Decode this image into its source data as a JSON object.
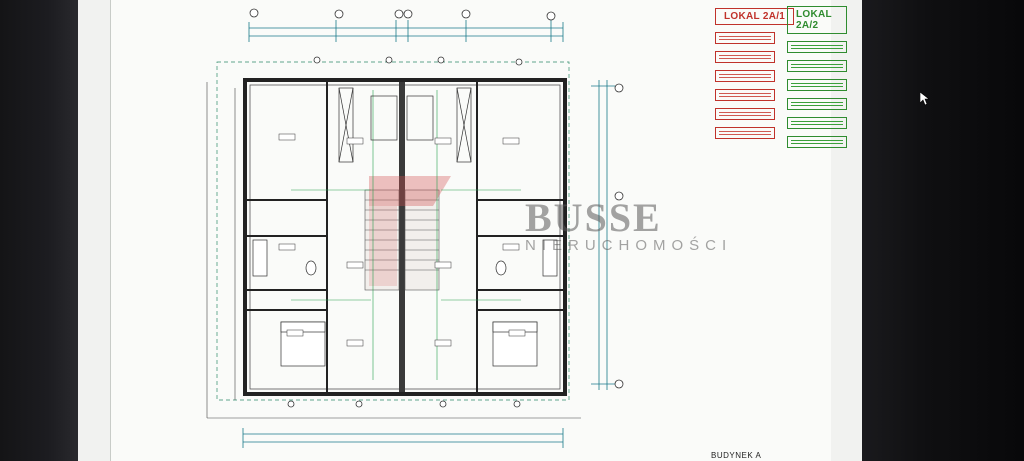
{
  "legend": {
    "left": {
      "title": "LOKAL 2A/1",
      "color": "#c0322b",
      "rows": 6
    },
    "right": {
      "title": "LOKAL 2A/2",
      "color": "#2f8c2f",
      "rows": 6
    }
  },
  "watermark": {
    "main": "BUSSE",
    "sub": "NIERUCHOMOŚCI"
  },
  "building_label": "BUDYNEK A",
  "colors": {
    "plan_lines": "#2b2b2b",
    "dimension_lines": "#1a7a8a",
    "red_unit": "#c0322b",
    "green_unit": "#2f8c2f"
  },
  "icons": [
    "mouse-cursor-icon"
  ]
}
